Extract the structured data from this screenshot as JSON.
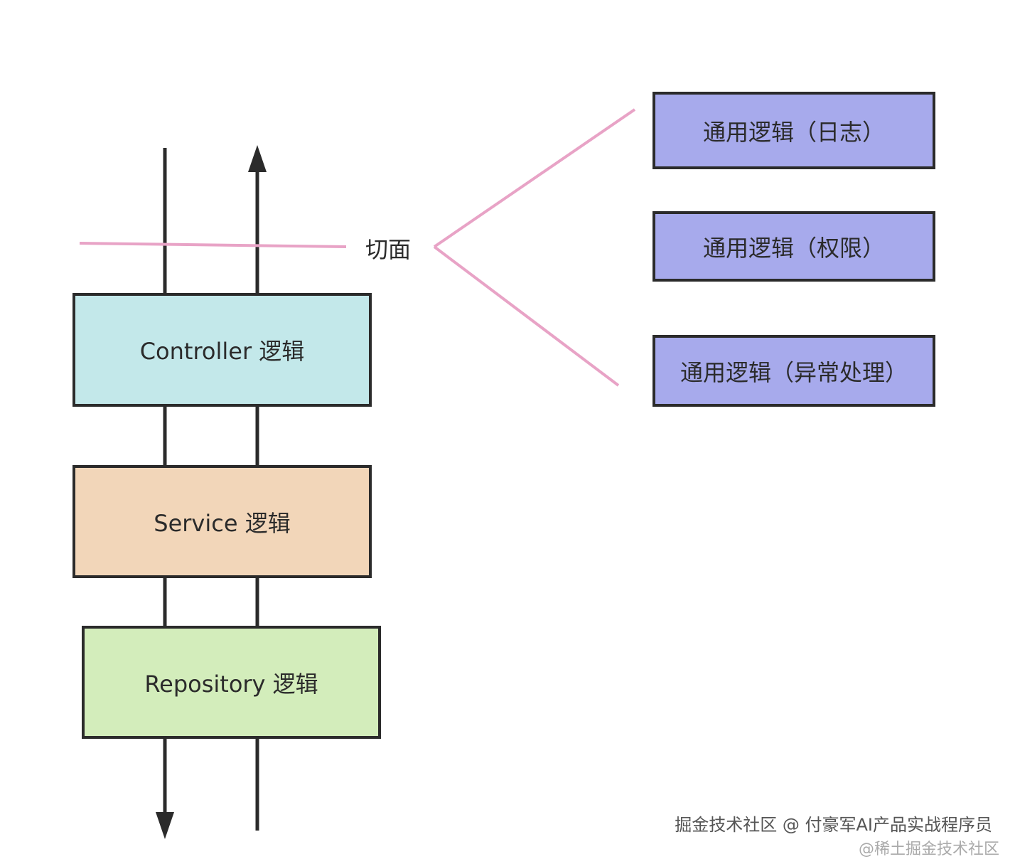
{
  "diagram": {
    "layers": {
      "controller": "Controller 逻辑",
      "service": "Service 逻辑",
      "repository": "Repository 逻辑"
    },
    "aspect_label": "切面",
    "concerns": [
      "通用逻辑（日志）",
      "通用逻辑（权限）",
      "通用逻辑（异常处理）"
    ],
    "colors": {
      "controller_fill": "#c3e8ea",
      "service_fill": "#f2d6b9",
      "repository_fill": "#d3edbb",
      "concern_fill": "#a7aaec",
      "aspect_line": "#e8a3c6",
      "stroke": "#2b2b2b"
    }
  },
  "watermark": {
    "line1": "掘金技术社区 @ 付豪军AI产品实战程序员",
    "line2": "@稀土掘金技术社区"
  }
}
